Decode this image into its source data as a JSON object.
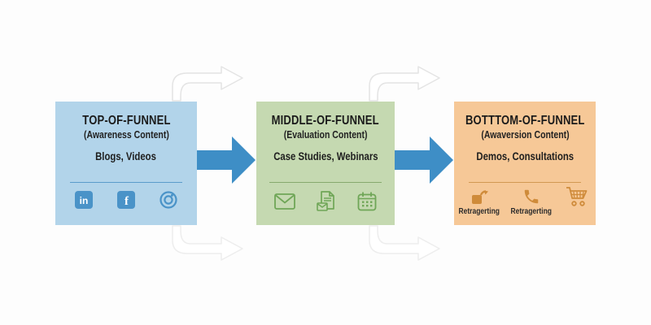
{
  "diagram": {
    "type": "marketing-funnel-flow",
    "stages": [
      {
        "title": "TOP-OF-FUNNEL",
        "subtitle": "(Awareness Content)",
        "items": "Blogs, Videos",
        "icons": [
          "linkedin-icon",
          "facebook-icon",
          "instagram-icon"
        ],
        "colors": {
          "bg": "#b2d4ea",
          "divider": "#5a9ccb",
          "icon": "#4a93c8"
        }
      },
      {
        "title": "MIDDLE-OF-FUNNEL",
        "subtitle": "(Evaluation Content)",
        "items": "Case Studies, Webinars",
        "icons": [
          "email-icon",
          "document-icon",
          "calendar-icon"
        ],
        "colors": {
          "bg": "#c5d9b1",
          "divider": "#87a96d",
          "icon": "#6fa657"
        }
      },
      {
        "title": "BOTTTOM-OF-FUNNEL",
        "subtitle": "(Awaversion Content)",
        "items": "Demos, Consultations",
        "icons": [
          "retargeting-icon",
          "phone-icon",
          "cart-icon"
        ],
        "icon_labels": [
          "Retragerting",
          "Retragerting",
          ""
        ],
        "colors": {
          "bg": "#f6c897",
          "divider": "#d29952",
          "icon": "#cf8b3a"
        }
      }
    ],
    "flow_arrow_color": "#3e8ec6",
    "ghost_arrow_color": "#e6e6e6",
    "background": "#fdfdfd"
  }
}
